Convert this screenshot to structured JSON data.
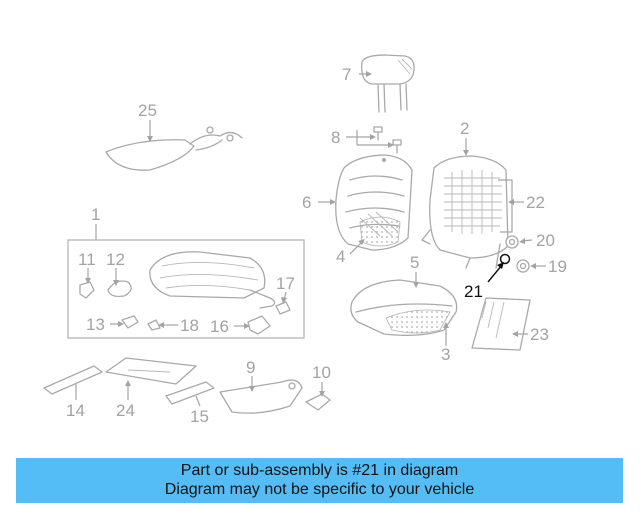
{
  "diagram": {
    "callouts": [
      "1",
      "2",
      "3",
      "4",
      "5",
      "6",
      "7",
      "8",
      "9",
      "10",
      "11",
      "12",
      "13",
      "14",
      "15",
      "16",
      "17",
      "18",
      "19",
      "20",
      "21",
      "22",
      "23",
      "24",
      "25"
    ],
    "highlighted_part": "21"
  },
  "banner": {
    "line1": "Part or sub-assembly is #21 in diagram",
    "line2": "Diagram may not be specific to your vehicle",
    "background": "#55bdf5"
  }
}
